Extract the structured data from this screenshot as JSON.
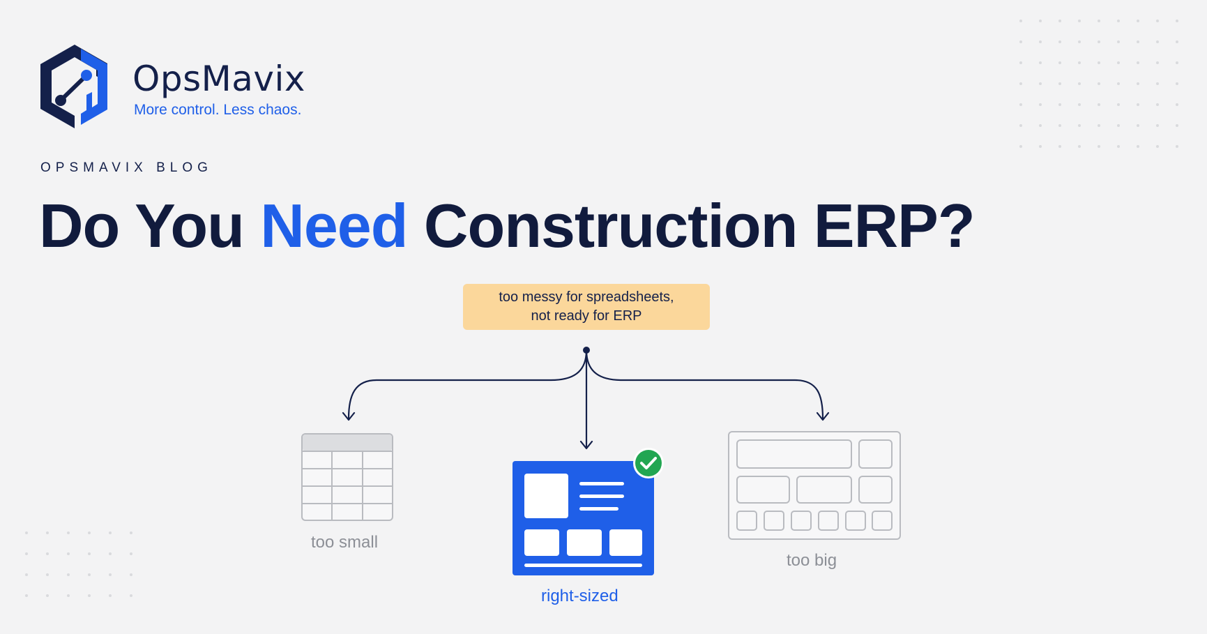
{
  "brand": {
    "name": "OpsMavix",
    "tagline": "More control. Less chaos.",
    "logo_icon": "hexagon-node-logo",
    "colors": {
      "navy": "#14204a",
      "blue": "#1f5fe8"
    }
  },
  "blog_label": "OPSMAVIX BLOG",
  "headline": {
    "part1": "Do You ",
    "accent": "Need",
    "part2": " Construction ERP?"
  },
  "diagram": {
    "callout": {
      "line1": "too messy for spreadsheets,",
      "line2": "not ready for ERP",
      "color": "#fbd79b"
    },
    "options": [
      {
        "label": "too small",
        "icon": "spreadsheet-grid-icon"
      },
      {
        "label": "right-sized",
        "icon": "dashboard-layout-icon",
        "selected": true,
        "badge_icon": "check-circle-icon",
        "color": "#1f5fe8"
      },
      {
        "label": "too big",
        "icon": "complex-erp-layout-icon"
      }
    ]
  }
}
